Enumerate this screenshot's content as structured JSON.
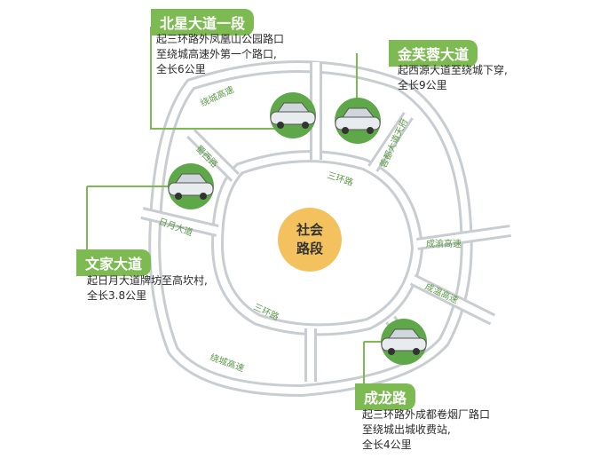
{
  "center": {
    "line1": "社会",
    "line2": "路段"
  },
  "road_labels": {
    "ring_outer_top": "绕城高速",
    "ring_outer_bottom": "绕城高速",
    "third_ring_top": "三环路",
    "third_ring_bottom": "三环路",
    "shuxi_road": "蜀西路",
    "riyue": "日月大道",
    "pidu_right": "蓉都大道天府",
    "chengyu": "成渝高速",
    "chengwen": "成温高速"
  },
  "callouts": [
    {
      "title": "北星大道一段",
      "lines": [
        "起三环路外凤凰山公园路口",
        "至绕城高速外第一个路口,",
        "全长6公里"
      ]
    },
    {
      "title": "金芙蓉大道",
      "lines": [
        "起西源大道至绕城下穿,",
        "全长9公里"
      ]
    },
    {
      "title": "文家大道",
      "lines": [
        "起日月大道牌坊至高坎村,",
        "全长3.8公里"
      ]
    },
    {
      "title": "成龙路",
      "lines": [
        "起三环路外成都卷烟厂路口",
        "至绕城出城收费站,",
        "全长4公里"
      ]
    }
  ],
  "colors": {
    "road": "#c8cdd2",
    "accent_green": "#7dbb52",
    "car_circle": "#5ea84a",
    "center_badge": "#f3c25f"
  }
}
